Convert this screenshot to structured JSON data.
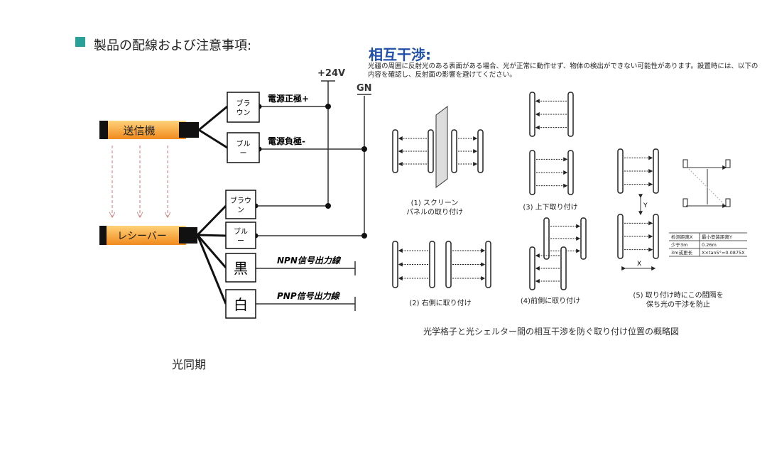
{
  "left": {
    "title": "製品の配線および注意事項:",
    "transmitter": "送信機",
    "receiver": "レシーバー",
    "wires": [
      {
        "line1": "ブラ",
        "line2": "ウン",
        "label": "電源正極+"
      },
      {
        "line1": "ブル",
        "line2": "ー",
        "label": "電源負極-"
      },
      {
        "line1": "ブラウ",
        "line2": "ン",
        "label": ""
      },
      {
        "line1": "ブル",
        "line2": "ー",
        "label": ""
      },
      {
        "line1": "黒",
        "line2": "",
        "label": "NPN信号出力線"
      },
      {
        "line1": "白",
        "line2": "",
        "label": "PNP信号出力線"
      }
    ],
    "v24": "+24V",
    "gn": "GN",
    "caption": "光同期",
    "accent": "#2aa198",
    "bar_color": "#f5a623"
  },
  "right": {
    "title": "相互干渉:",
    "description": "光疆の周囲に反射光のある表面がある場合、光が正常に動作せず、物体の検出ができない可能性があります。設置時には、以下の内容を確認し、反射面の影響を避けてください。",
    "cases": [
      {
        "line1": "(1) スクリーン",
        "line2": "パネルの取り付け"
      },
      {
        "line1": "(2) 右側に取り付け",
        "line2": ""
      },
      {
        "line1": "(3) 上下取り付け",
        "line2": ""
      },
      {
        "line1": "(4)前側に取り付け",
        "line2": ""
      },
      {
        "line1": "(5) 取り付け時にこの間隔を",
        "line2": "保ち光の干渉を防止"
      }
    ],
    "axis_y": "Y",
    "axis_x": "X",
    "table": {
      "headers": [
        "检测距离X",
        "最小安装距离Y"
      ],
      "rows": [
        [
          "少于3m",
          "0.26m"
        ],
        [
          "3m或更长",
          "X×tan5°=0.0875X"
        ]
      ]
    },
    "caption": "光学格子と光シェルター間の相互干渉を防ぐ取り付け位置の概略図",
    "title_color": "#1f4fa8"
  }
}
